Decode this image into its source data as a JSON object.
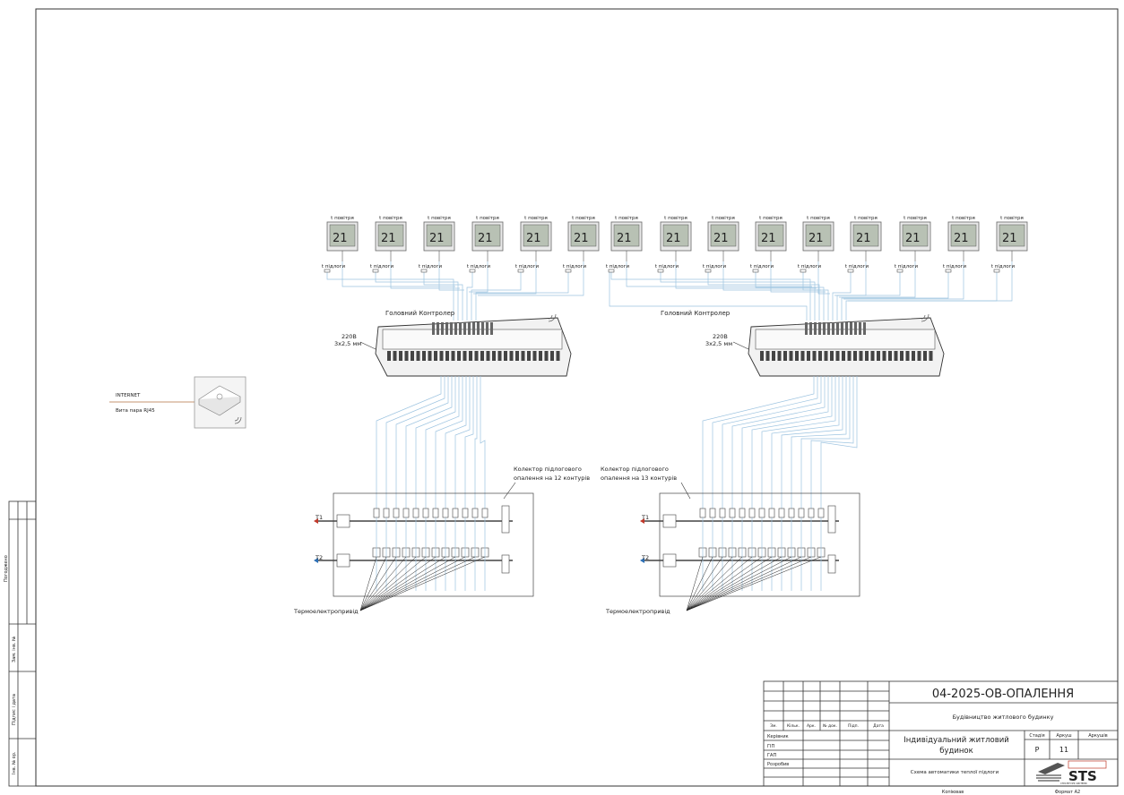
{
  "sensor_labels": {
    "air": "t повітря",
    "floor": "t підлоги"
  },
  "thermostat_display": "21",
  "controller_label": "Головний Контролер",
  "power_label": {
    "line1": "220В",
    "line2": "3х2,5 мм"
  },
  "internet": {
    "label": "INTERNET",
    "cable": "Вита пара RJ45"
  },
  "manifolds": [
    {
      "label_line1": "Колектор підлогового",
      "label_line2": "опалення на 12 контурів",
      "circuits": 12
    },
    {
      "label_line1": "Колектор підлогового",
      "label_line2": "опалення на 13 контурів",
      "circuits": 13
    }
  ],
  "pipe_labels": {
    "supply": "Т1",
    "return": "Т2"
  },
  "actuator_label": "Термоелектропривід",
  "left_stamp": {
    "agreed": "Погоджено",
    "inv_no": "Зам. інв. №",
    "sign_date": "Підпис і дата",
    "inv_orig": "Інв. № ор."
  },
  "title_block": {
    "doc_code": "04-2025-ОВ-ОПАЛЕННЯ",
    "project": "Будівництво житлового будинку",
    "object_line1": "Індивідуальний житловий",
    "object_line2": "будинок",
    "sheet_title": "Схема автоматики теплої підлоги",
    "col_headers": [
      "Зм.",
      "Кільк.",
      "Арк.",
      "№ док.",
      "Підп.",
      "Дата"
    ],
    "roles": [
      "Керівник",
      "ГІП",
      "ГАП",
      "Розробив"
    ],
    "stage_header": "Стадія",
    "sheet_header": "Аркуш",
    "sheets_header": "Аркушів",
    "stage": "Р",
    "sheet": "11",
    "logo_text": "STS",
    "logo_subtext": "СТРАТЕГІЧНІ СИСТЕМИ",
    "copied": "Копіював",
    "format": "Формат А2"
  }
}
